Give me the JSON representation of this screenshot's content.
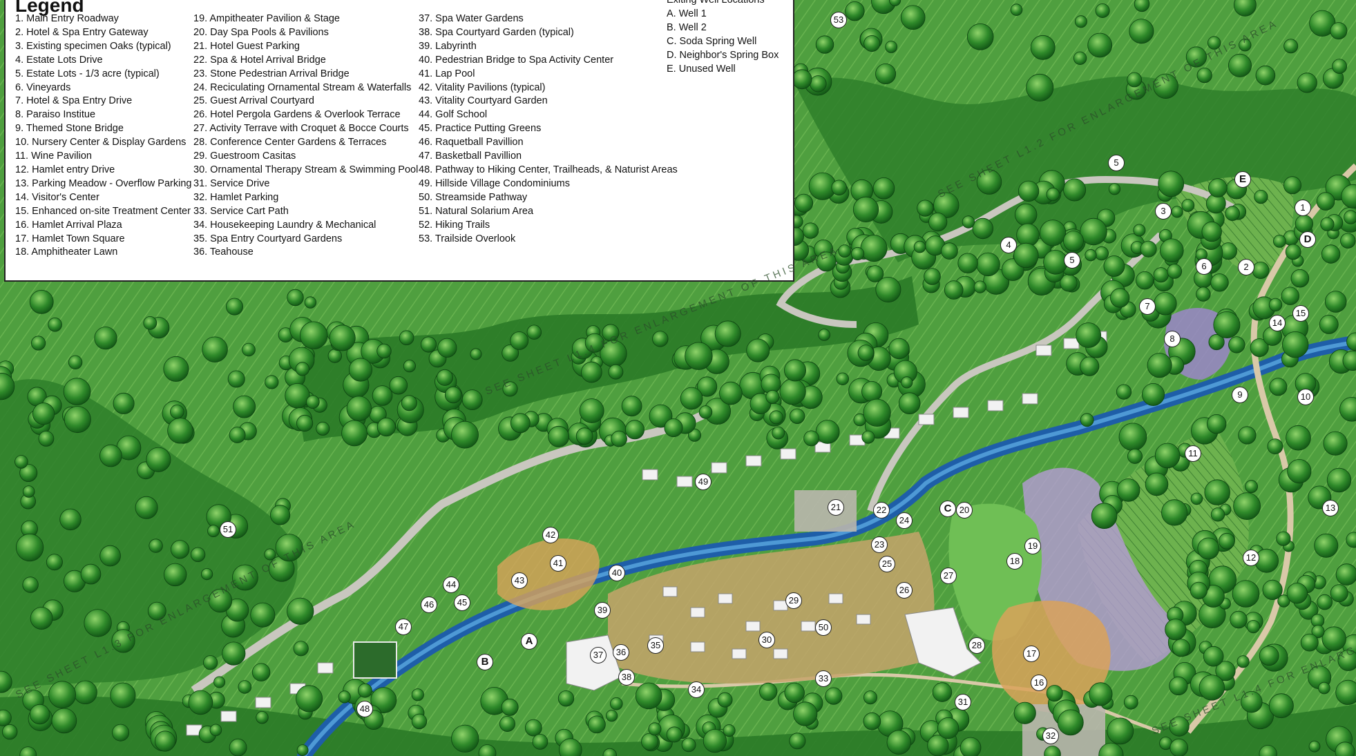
{
  "legend": {
    "title": "Legend",
    "items": [
      "1.  Main Entry Roadway",
      "2.  Hotel & Spa Entry Gateway",
      "3.  Existing specimen Oaks (typical)",
      "4.  Estate Lots Drive",
      "5.  Estate Lots - 1/3 acre (typical)",
      "6.  Vineyards",
      "7.  Hotel & Spa Entry Drive",
      "8.  Paraiso Institue",
      "9.  Themed Stone Bridge",
      "10.  Nursery Center & Display Gardens",
      "11.  Wine Pavilion",
      "12.  Hamlet entry Drive",
      "13.  Parking Meadow - Overflow Parking",
      "14.  Visitor's Center",
      "15.  Enhanced on-site Treatment Center",
      "16.  Hamlet Arrival Plaza",
      "17.  Hamlet Town Square",
      "18.  Amphitheater Lawn",
      "19.  Ampitheater Pavilion & Stage",
      "20.  Day Spa Pools & Pavilions",
      "21.  Hotel Guest Parking",
      "22.  Spa & Hotel Arrival Bridge",
      "23.  Stone Pedestrian Arrival Bridge",
      "24. Reciculating Ornamental Stream & Waterfalls",
      "25.  Guest Arrival Courtyard",
      "26.  Hotel Pergola Gardens & Overlook Terrace",
      "27.  Activity Terrave with Croquet & Bocce Courts",
      "28.  Conference Center Gardens & Terraces",
      "29.  Guestroom Casitas",
      "30.  Ornamental Therapy Stream & Swimming Pool",
      "31.  Service Drive",
      "32.  Hamlet Parking",
      "33.  Service Cart Path",
      "34.  Housekeeping Laundry & Mechanical",
      "35.  Spa Entry Courtyard Gardens",
      "36.  Teahouse",
      "37.  Spa Water Gardens",
      "38.  Spa Courtyard Garden (typical)",
      "39.  Labyrinth",
      "40.  Pedestrian Bridge to Spa Activity Center",
      "41.  Lap Pool",
      "42.  Vitality Pavilions (typical)",
      "43.  Vitality Courtyard Garden",
      "44.  Golf School",
      "45.  Practice Putting Greens",
      "46.  Raquetball Pavillion",
      "47.  Basketball Pavillion",
      "48.  Pathway to Hiking Center, Trailheads, & Naturist Areas",
      "49.  Hillside Village Condominiums",
      "50.  Streamside Pathway",
      "51.  Natural Solarium Area",
      "52.  Hiking Trails",
      "53.  Trailside Overlook"
    ]
  },
  "wells": {
    "title": "Exiting Well Locations",
    "items": [
      "A. Well 1",
      "B. Well 2",
      "C. Soda Spring Well",
      "D. Neighbor's Spring Box",
      "E. Unused Well"
    ]
  },
  "map_notes": [
    "SEE SHEET L1.2 FOR ENLARGEMENT OF THIS AREA",
    "SEE SHEET L1.4 FOR ENLARGEMENT OF THIS AREA",
    "SEE SHEET L1.3 FOR ENLARGEMENT OF THIS AREA",
    "SEE SHEET L1.4 FOR ENLARGEMENT OF THIS AREA"
  ],
  "markers": [
    "1",
    "2",
    "3",
    "4",
    "5",
    "5",
    "5",
    "6",
    "7",
    "8",
    "9",
    "10",
    "11",
    "12",
    "13",
    "14",
    "15",
    "16",
    "17",
    "18",
    "19",
    "20",
    "21",
    "22",
    "23",
    "24",
    "25",
    "26",
    "27",
    "28",
    "29",
    "30",
    "31",
    "32",
    "33",
    "34",
    "35",
    "36",
    "37",
    "38",
    "39",
    "40",
    "41",
    "42",
    "43",
    "44",
    "45",
    "46",
    "47",
    "48",
    "49",
    "50",
    "51",
    "53",
    "A",
    "B",
    "C",
    "D",
    "E"
  ],
  "colors": {
    "forest": "#2f7a2b",
    "meadow": "#5fae4a",
    "water": "#1e5ea8",
    "road": "#c9c7bf",
    "plaza": "#d9a25a",
    "lavender": "#9b86c9",
    "building": "#f2f2f2"
  }
}
